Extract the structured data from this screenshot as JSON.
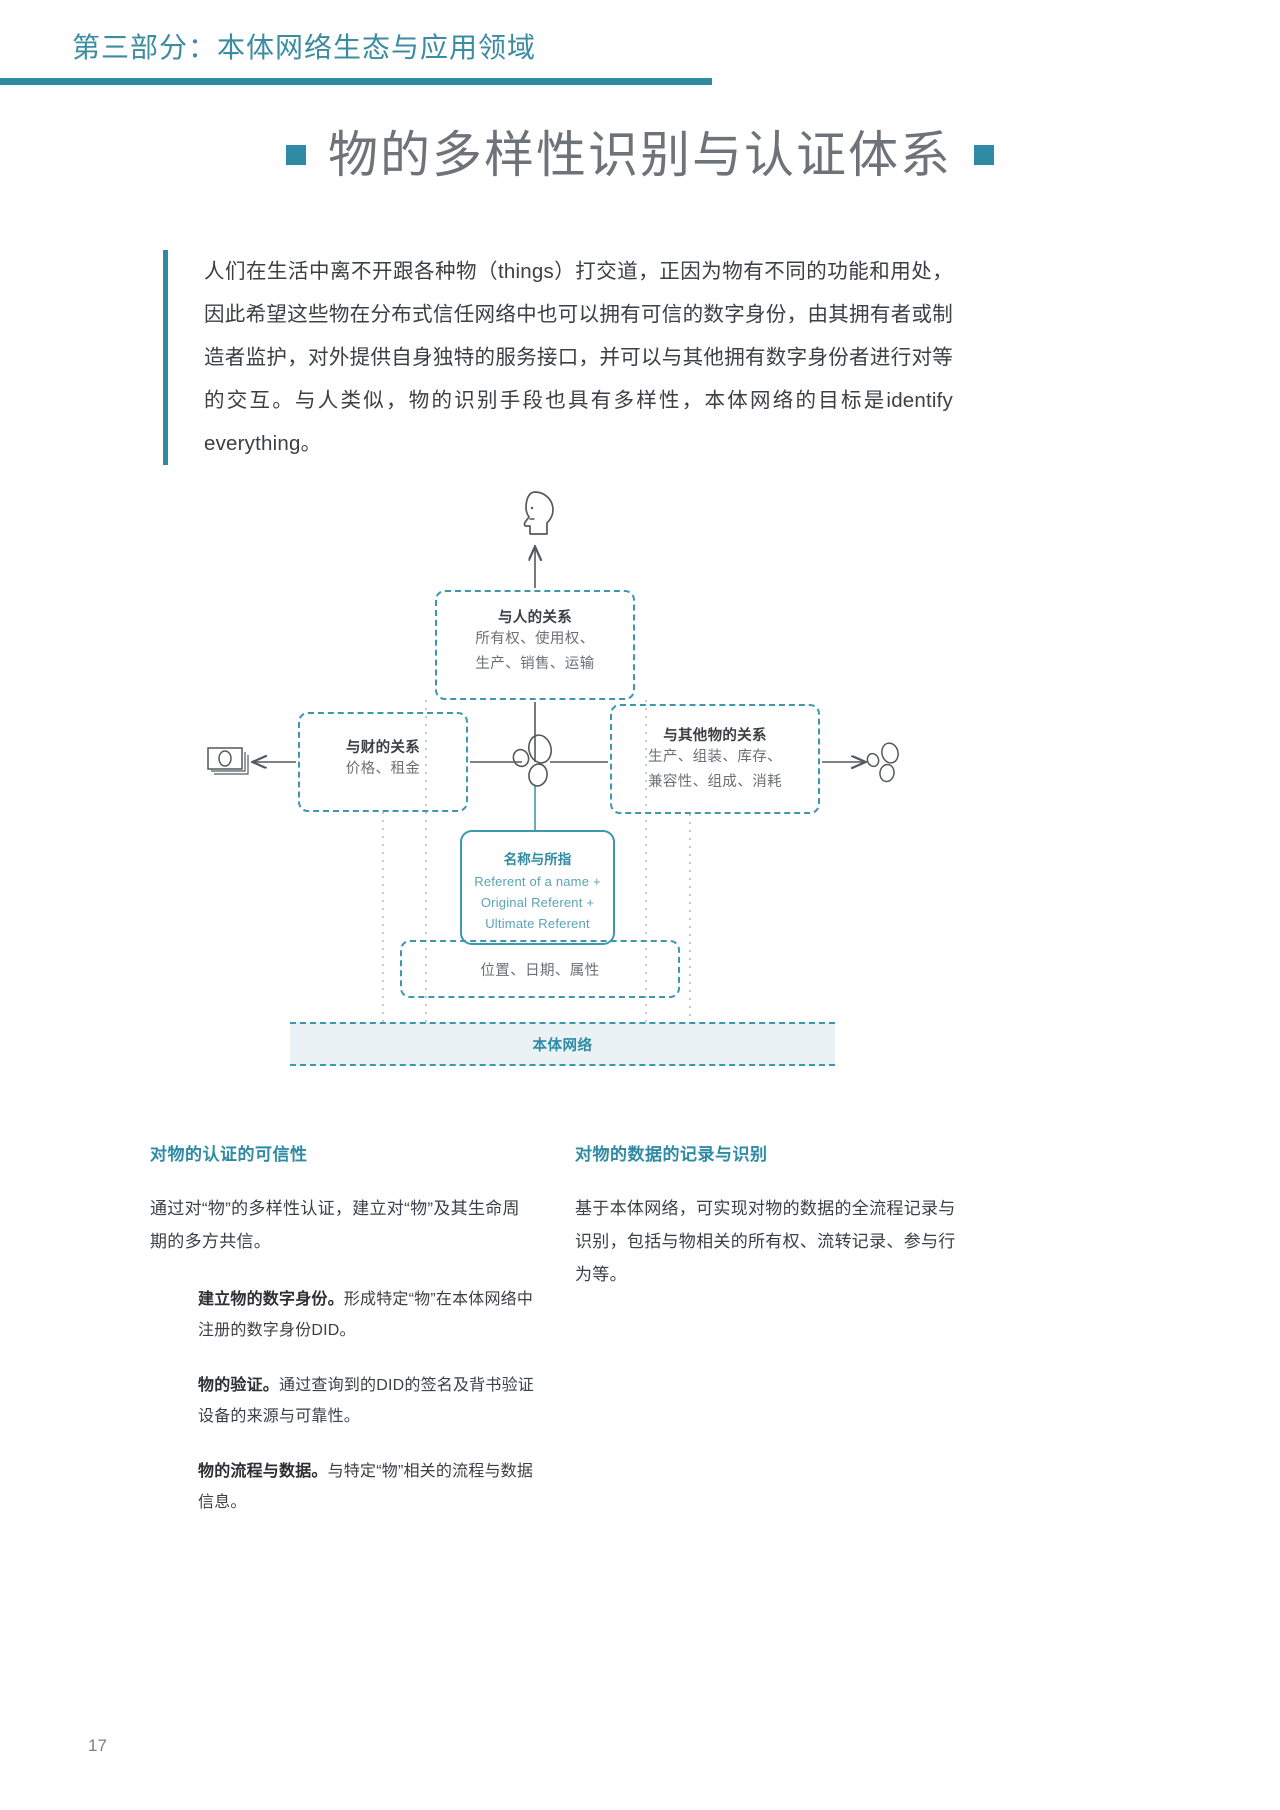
{
  "header": {
    "section_title": "第三部分：本体网络生态与应用领域"
  },
  "heading": {
    "text": "物的多样性识别与认证体系",
    "bullet_icon": "square-bullet-icon"
  },
  "intro": {
    "paragraph": "人们在生活中离不开跟各种物（things）打交道，正因为物有不同的功能和用处，因此希望这些物在分布式信任网络中也可以拥有可信的数字身份，由其拥有者或制造者监护，对外提供自身独特的服务接口，并可以与其他拥有数字身份者进行对等的交互。与人类似，物的识别手段也具有多样性，本体网络的目标是identify everything。"
  },
  "diagram": {
    "person_box": {
      "title": "与人的关系",
      "line1": "所有权、使用权、",
      "line2": "生产、销售、运输"
    },
    "wealth_box": {
      "title": "与财的关系",
      "line1": "价格、租金"
    },
    "things_box": {
      "title": "与其他物的关系",
      "line1": "生产、组装、库存、",
      "line2": "兼容性、组成、消耗"
    },
    "referent_box": {
      "title": "名称与所指",
      "line1": "Referent of a name +",
      "line2": "Original Referent +",
      "line3": "Ultimate Referent"
    },
    "attributes_box": {
      "line1": "位置、日期、属性"
    },
    "ontology_bar": {
      "label": "本体网络"
    },
    "icons": {
      "person": "head-profile-icon",
      "money": "banknotes-icon",
      "thing_center": "pebbles-icon",
      "thing_right": "pebbles-icon"
    },
    "colors": {
      "accent": "#2f8ba3",
      "dashed_line": "#3d97ad",
      "bar_fill": "#eaf2f5",
      "arrow": "#54595e"
    }
  },
  "columns": {
    "left": {
      "heading": "对物的认证的可信性",
      "paragraph": "通过对“物”的多样性认证，建立对“物”及其生命周期的多方共信。",
      "items": [
        {
          "term": "建立物的数字身份。",
          "desc": "形成特定“物”在本体网络中注册的数字身份DID。"
        },
        {
          "term": "物的验证。",
          "desc": "通过查询到的DID的签名及背书验证设备的来源与可靠性。"
        },
        {
          "term": "物的流程与数据。",
          "desc": "与特定“物”相关的流程与数据信息。"
        }
      ]
    },
    "right": {
      "heading": "对物的数据的记录与识别",
      "paragraph": "基于本体网络，可实现对物的数据的全流程记录与识别，包括与物相关的所有权、流转记录、参与行为等。"
    }
  },
  "footer": {
    "page_number": "17"
  }
}
